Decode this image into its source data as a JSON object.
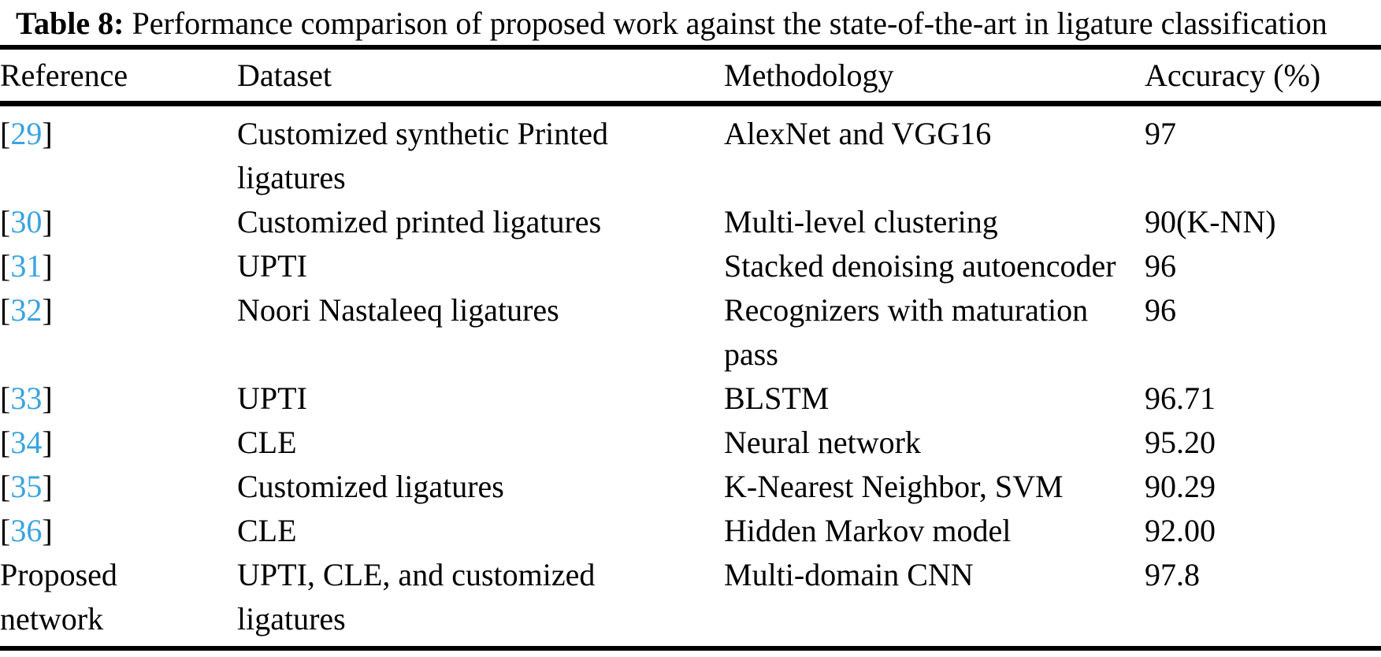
{
  "accent_color": "#3aa3e0",
  "caption": {
    "label": "Table 8:",
    "text": " Performance comparison of proposed work against the state-of-the-art in ligature classification"
  },
  "table": {
    "columns": [
      "Reference",
      "Dataset",
      "Methodology",
      "Accuracy (%)"
    ],
    "rows": [
      {
        "ref": {
          "prefix": "[",
          "number": "29",
          "suffix": "]"
        },
        "dataset": "Customized synthetic Printed\nligatures",
        "methodology": "AlexNet and VGG16",
        "accuracy": "97"
      },
      {
        "ref": {
          "prefix": "[",
          "number": "30",
          "suffix": "]"
        },
        "dataset": "Customized printed ligatures",
        "methodology": "Multi-level clustering",
        "accuracy": "90(K-NN)"
      },
      {
        "ref": {
          "prefix": "[",
          "number": "31",
          "suffix": "]"
        },
        "dataset": "UPTI",
        "methodology": "Stacked denoising autoencoder",
        "accuracy": "96"
      },
      {
        "ref": {
          "prefix": "[",
          "number": "32",
          "suffix": "]"
        },
        "dataset": "Noori Nastaleeq ligatures",
        "methodology": "Recognizers with maturation\npass",
        "accuracy": "96"
      },
      {
        "ref": {
          "prefix": "[",
          "number": "33",
          "suffix": "]"
        },
        "dataset": "UPTI",
        "methodology": "BLSTM",
        "accuracy": "96.71"
      },
      {
        "ref": {
          "prefix": "[",
          "number": "34",
          "suffix": "]"
        },
        "dataset": "CLE",
        "methodology": "Neural network",
        "accuracy": "95.20"
      },
      {
        "ref": {
          "prefix": "[",
          "number": "35",
          "suffix": "]"
        },
        "dataset": "Customized ligatures",
        "methodology": "K-Nearest Neighbor, SVM",
        "accuracy": "90.29"
      },
      {
        "ref": {
          "prefix": "[",
          "number": "36",
          "suffix": "]"
        },
        "dataset": "CLE",
        "methodology": "Hidden Markov model",
        "accuracy": "92.00"
      },
      {
        "ref": {
          "label": "Proposed\nnetwork"
        },
        "dataset": "UPTI, CLE, and customized\nligatures",
        "methodology": "Multi-domain CNN",
        "accuracy": "97.8"
      }
    ]
  }
}
